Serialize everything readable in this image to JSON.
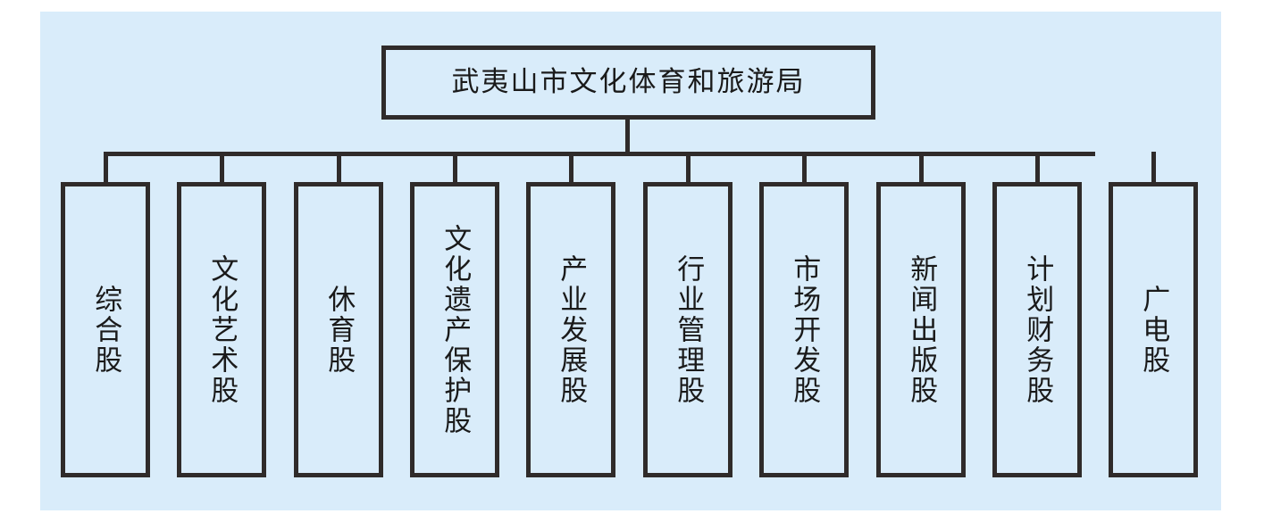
{
  "diagram": {
    "type": "organization-chart",
    "orientation": "top-down",
    "canvas_color": "#d9ecfa",
    "line_color": "#2f2b2a",
    "text_color": "#1a1a1a",
    "text_direction": "vertical",
    "root": {
      "label": "武夷山市文化体育和旅游局"
    },
    "children": [
      {
        "label": "综合股"
      },
      {
        "label": "文化艺术股"
      },
      {
        "label": "休育股"
      },
      {
        "label": "文化遗产保护股"
      },
      {
        "label": "产业发展股"
      },
      {
        "label": "行业管理股"
      },
      {
        "label": "市场开发股"
      },
      {
        "label": "新闻出版股"
      },
      {
        "label": "计划财务股"
      },
      {
        "label": "广电股"
      }
    ]
  }
}
